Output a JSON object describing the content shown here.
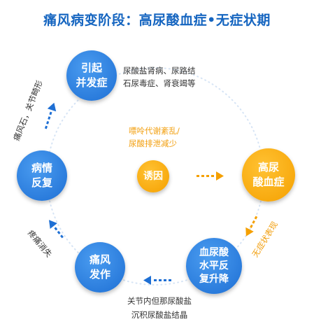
{
  "title": "痛风病变阶段：高尿酸血症•无症状期",
  "colors": {
    "blue": "#1e6fd4",
    "orange": "#f5a000",
    "title": "#1565c0"
  },
  "nodes": {
    "complication": "引起\n并发症",
    "recurrence": "病情\n反复",
    "attack": "痛风\n发作",
    "fluctuation": "血尿酸\n水平反\n复升降",
    "hyperuricemia": "高尿\n酸血症",
    "cause": "诱因"
  },
  "notes": {
    "complication_detail": "尿酸盐肾病、尿路结\n石尿毒症、肾衰竭等",
    "cause_detail": "嘌呤代谢紊乱/\n尿酸排泄减少",
    "deposit": "关节内但那尿酸盐\n沉积尿酸盐结晶"
  },
  "edge_labels": {
    "recurrence_to_complication": "痛风石，关节畸形",
    "attack_to_recurrence": "疼痛消失",
    "hyperuricemia_to_fluctuation": "无症状表现"
  }
}
